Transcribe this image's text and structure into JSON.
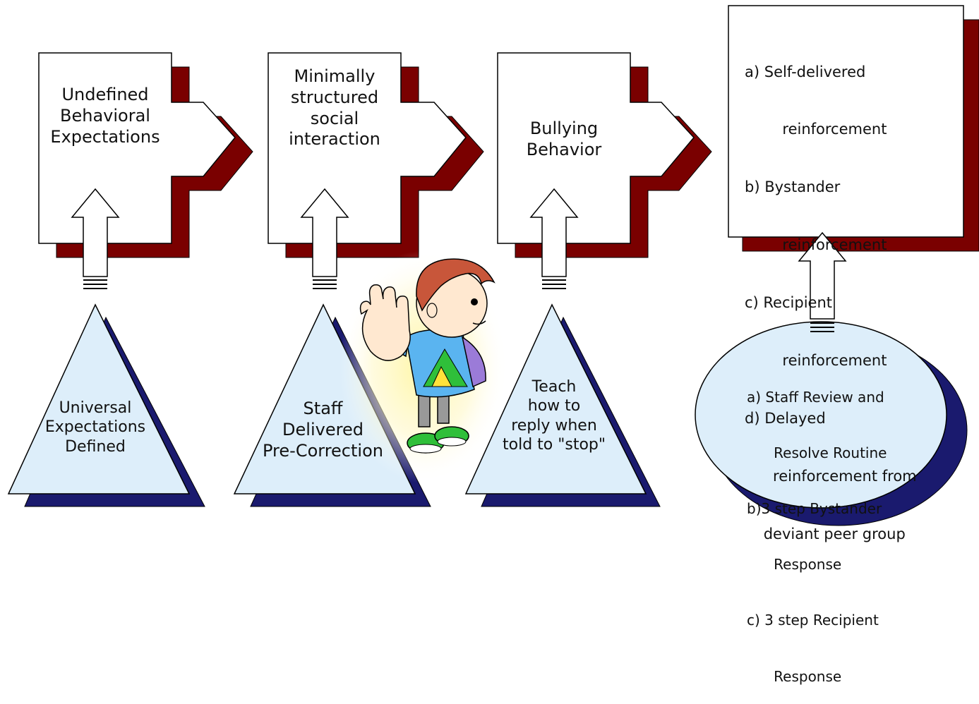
{
  "colors": {
    "box_fill": "#ffffff",
    "box_shadow": "#7a0000",
    "triangle_fill": "#ddeefa",
    "triangle_shadow": "#1a1a6e",
    "ellipse_fill": "#ddeefa",
    "ellipse_shadow": "#1a1a6e",
    "outline": "#000000"
  },
  "flow": {
    "step1": {
      "lines": [
        "Undefined",
        "Behavioral",
        "Expectations"
      ]
    },
    "step2": {
      "lines": [
        "Minimally",
        "structured",
        "social",
        "interaction"
      ]
    },
    "step3": {
      "lines": [
        "Bullying",
        "Behavior"
      ]
    },
    "step4": {
      "items": [
        "a) Self-delivered",
        "        reinforcement",
        "b) Bystander",
        "        reinforcement",
        "c) Recipient",
        "        reinforcement",
        "d) Delayed",
        "      reinforcement from",
        "    deviant peer group"
      ]
    }
  },
  "interventions": {
    "tri1": {
      "lines": [
        "Universal",
        "Expectations",
        "Defined"
      ]
    },
    "tri2": {
      "lines": [
        "Staff",
        "Delivered",
        "Pre-Correction"
      ]
    },
    "tri3": {
      "lines": [
        "Teach",
        "how to",
        "reply when",
        "told to \"stop\""
      ]
    },
    "ellipse": {
      "items": [
        "a) Staff Review and",
        "      Resolve Routine",
        "b)3 step Bystander",
        "      Response",
        "c) 3 step Recipient",
        "      Response"
      ]
    }
  },
  "clipart": {
    "icon": "child-stop-hand-icon"
  }
}
